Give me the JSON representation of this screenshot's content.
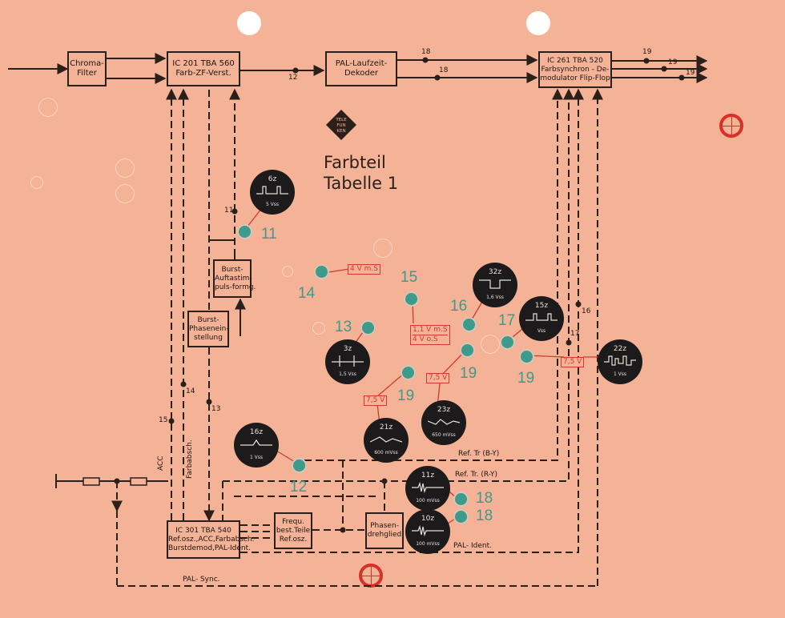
{
  "title": {
    "line1": "Farbteil",
    "line2": "Tabelle 1"
  },
  "logo": {
    "line1": "TELE",
    "line2": "FUN",
    "line3": "KEN"
  },
  "blocks": {
    "chroma": [
      "Chroma-",
      "Filter"
    ],
    "ic201": [
      "IC 201  TBA 560",
      "Farb-ZF-Verst."
    ],
    "pal_delay": [
      "PAL-Laufzeit-",
      "Dekoder"
    ],
    "ic261": [
      "IC 261  TBA 520",
      "Farbsynchron - De-",
      "modulator Flip-Flop"
    ],
    "burst_pulse": [
      "Burst-",
      "Auftastim-",
      "puls-formg."
    ],
    "burst_phase": [
      "Burst-",
      "Phasenein-",
      "stellung"
    ],
    "ic301": [
      "IC 301    TBA 540",
      "Ref.osz.,ACC,Farbabsch.",
      "Burstdemod,PAL-Ident."
    ],
    "freq": [
      "Frequ.",
      "best.Teile",
      "Ref.osz."
    ],
    "phase": [
      "Phasen-",
      "drehglied"
    ]
  },
  "wire_labels": {
    "n18a": "18",
    "n18b": "18",
    "n12": "12",
    "n19a": "19",
    "n19b": "19",
    "n19c": "19",
    "n11": "11",
    "n14": "14",
    "n13": "13",
    "n15": "15",
    "n16": "16",
    "n17": "17",
    "acc": "ACC",
    "farbabsch": "Farbabsch.",
    "ref_by": "Ref. Tr (B-Y)",
    "ref_ry": "Ref. Tr. (R-Y)",
    "pal_ident": "PAL- Ident.",
    "pal_sync": "PAL- Sync."
  },
  "testpoints": [
    {
      "id": "11",
      "label": "11"
    },
    {
      "id": "14",
      "label": "14"
    },
    {
      "id": "15",
      "label": "15"
    },
    {
      "id": "13",
      "label": "13"
    },
    {
      "id": "16",
      "label": "16"
    },
    {
      "id": "17",
      "label": "17"
    },
    {
      "id": "19a",
      "label": "19"
    },
    {
      "id": "19b",
      "label": "19"
    },
    {
      "id": "19c",
      "label": "19"
    },
    {
      "id": "12",
      "label": "12"
    },
    {
      "id": "18a",
      "label": "18"
    },
    {
      "id": "18b",
      "label": "18"
    }
  ],
  "scopes": [
    {
      "id": "6z",
      "label": "6z",
      "value": "5 Vss"
    },
    {
      "id": "32z",
      "label": "32z",
      "value": "1,6 Vss"
    },
    {
      "id": "15z",
      "label": "15z",
      "value": "Vss"
    },
    {
      "id": "3z",
      "label": "3z",
      "value": "1,5 Vss"
    },
    {
      "id": "22z",
      "label": "22z",
      "value": "1 Vss"
    },
    {
      "id": "21z",
      "label": "21z",
      "value": "600 mVss"
    },
    {
      "id": "23z",
      "label": "23z",
      "value": "650 mVss"
    },
    {
      "id": "16z",
      "label": "16z",
      "value": "1 Vss"
    },
    {
      "id": "11z",
      "label": "11z",
      "value": "100 mVss"
    },
    {
      "id": "10z",
      "label": "10z",
      "value": "100 mVss"
    }
  ],
  "voltages": {
    "v14": [
      "4 V m.S"
    ],
    "v15": [
      "1,1 V m.S",
      "4 V o.S"
    ],
    "v19a": [
      "7,5 V"
    ],
    "v19b": [
      "7,5 V"
    ],
    "v19c": [
      "7,5 V"
    ]
  },
  "colors": {
    "paper": "#f4b296",
    "ink": "#2b1f1a",
    "testpoint": "#3e9a8a",
    "marker": "#d23a2e"
  }
}
